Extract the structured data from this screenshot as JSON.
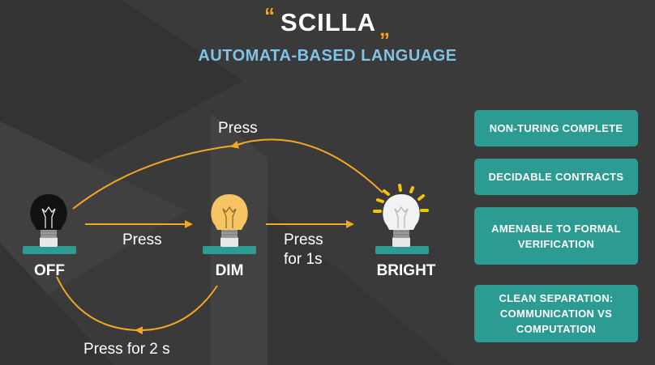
{
  "header": {
    "title": "SCILLA",
    "quote_open": "“",
    "quote_close": "„",
    "subtitle": "AUTOMATA-BASED LANGUAGE"
  },
  "states": {
    "off": "OFF",
    "dim": "DIM",
    "bright": "BRIGHT"
  },
  "transitions": {
    "off_to_dim": "Press",
    "dim_to_bright_line1": "Press",
    "dim_to_bright_line2": "for 1s",
    "bright_to_off": "Press",
    "dim_to_off": "Press for 2 s"
  },
  "features": [
    "NON-TURING COMPLETE",
    "DECIDABLE CONTRACTS",
    "AMENABLE TO FORMAL\nVERIFICATION",
    "CLEAN SEPARATION:\nCOMMUNICATION VS\nCOMPUTATION"
  ],
  "colors": {
    "background": "#3a3a3b",
    "accent": "#f5a623",
    "subtitle": "#7fc3e6",
    "teal": "#2c9b92",
    "bulb_off": "#111111",
    "bulb_dim": "#f7c463",
    "bulb_bright": "#f2f2f2"
  }
}
